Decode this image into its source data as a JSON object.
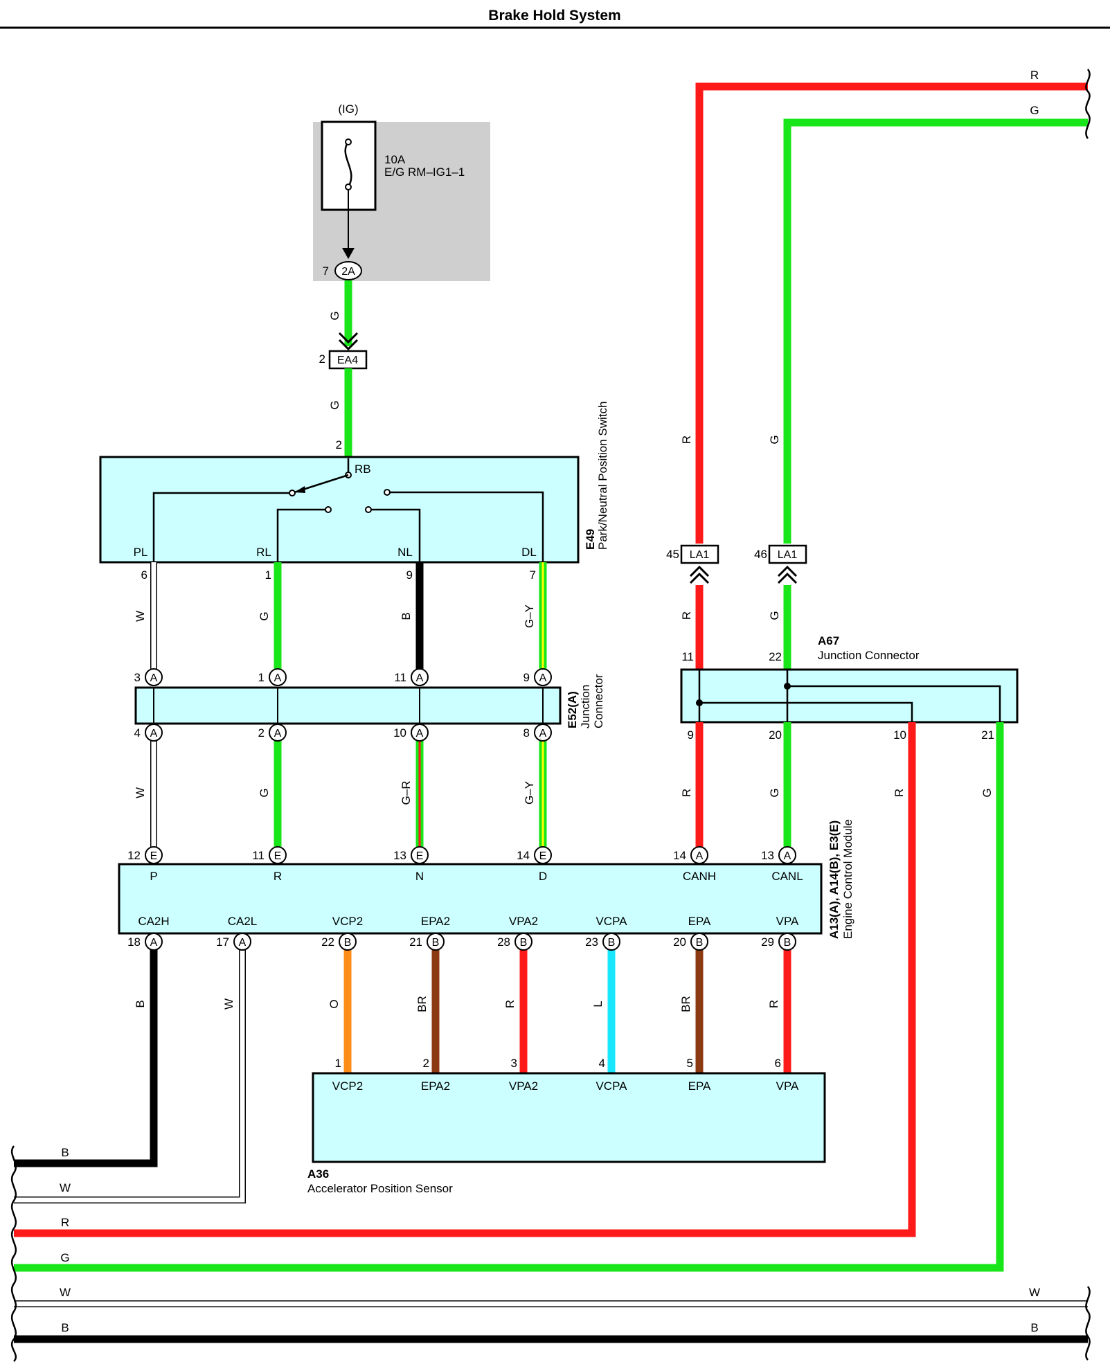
{
  "title": "Brake Hold System",
  "colors": {
    "R": "#ff1a1a",
    "G": "#19e619",
    "B": "#000000",
    "W": "#ffffff",
    "O": "#ff8c19",
    "BR": "#8b3a12",
    "L": "#19e6ff",
    "box": "#ccffff",
    "fusebox": "#cfcfcf"
  },
  "fuse": {
    "supply": "(IG)",
    "rating": "10A",
    "name": "E/G RM–IG1–1",
    "pin": "7",
    "connector": "2A"
  },
  "ea4": {
    "pin": "2",
    "connector": "EA4"
  },
  "e49": {
    "code": "E49",
    "name": "Park/Neutral Position Switch",
    "input_pin": "2",
    "input_label": "RB",
    "terminals": [
      {
        "label": "PL",
        "pin": "6",
        "wire": "W"
      },
      {
        "label": "RL",
        "pin": "1",
        "wire": "G"
      },
      {
        "label": "NL",
        "pin": "9",
        "wire": "B"
      },
      {
        "label": "DL",
        "pin": "7",
        "wire": "G–Y"
      }
    ]
  },
  "e52": {
    "code": "E52(A)",
    "name_line1": "Junction",
    "name_line2": "Connector",
    "letter": "A",
    "top_pins": [
      "3",
      "1",
      "11",
      "9"
    ],
    "bottom_pins": [
      "4",
      "2",
      "10",
      "8"
    ],
    "lower_wires": [
      "W",
      "G",
      "G–R",
      "G–Y"
    ]
  },
  "la1": [
    {
      "pin": "45",
      "connector": "LA1",
      "wire": "R"
    },
    {
      "pin": "46",
      "connector": "LA1",
      "wire": "G"
    }
  ],
  "a67": {
    "code": "A67",
    "name": "Junction Connector",
    "top_pins": [
      "11",
      "22"
    ],
    "bottom_pins": [
      "9",
      "20",
      "10",
      "21"
    ],
    "bottom_wires": [
      "R",
      "G",
      "R",
      "G"
    ]
  },
  "ecm": {
    "code": "A13(A), A14(B), E3(E)",
    "name": "Engine Control Module",
    "top_terminals": [
      {
        "pin": "12",
        "letter": "E",
        "label": "P"
      },
      {
        "pin": "11",
        "letter": "E",
        "label": "R"
      },
      {
        "pin": "13",
        "letter": "E",
        "label": "N"
      },
      {
        "pin": "14",
        "letter": "E",
        "label": "D"
      },
      {
        "pin": "14",
        "letter": "A",
        "label": "CANH"
      },
      {
        "pin": "13",
        "letter": "A",
        "label": "CANL"
      }
    ],
    "bottom_terminals": [
      {
        "pin": "18",
        "letter": "A",
        "label": "CA2H",
        "wire": "B"
      },
      {
        "pin": "17",
        "letter": "A",
        "label": "CA2L",
        "wire": "W"
      },
      {
        "pin": "22",
        "letter": "B",
        "label": "VCP2",
        "wire": "O"
      },
      {
        "pin": "21",
        "letter": "B",
        "label": "EPA2",
        "wire": "BR"
      },
      {
        "pin": "28",
        "letter": "B",
        "label": "VPA2",
        "wire": "R"
      },
      {
        "pin": "23",
        "letter": "B",
        "label": "VCPA",
        "wire": "L"
      },
      {
        "pin": "20",
        "letter": "B",
        "label": "EPA",
        "wire": "BR"
      },
      {
        "pin": "29",
        "letter": "B",
        "label": "VPA",
        "wire": "R"
      }
    ]
  },
  "a36": {
    "code": "A36",
    "name": "Accelerator Position Sensor",
    "terminals": [
      {
        "pin": "1",
        "label": "VCP2"
      },
      {
        "pin": "2",
        "label": "EPA2"
      },
      {
        "pin": "3",
        "label": "VPA2"
      },
      {
        "pin": "4",
        "label": "VCPA"
      },
      {
        "pin": "5",
        "label": "EPA"
      },
      {
        "pin": "6",
        "label": "VPA"
      }
    ]
  },
  "top_right_wires": [
    "R",
    "G"
  ],
  "bottom_bus": {
    "left": [
      "B",
      "W",
      "R",
      "G",
      "W",
      "B"
    ],
    "right": [
      "W",
      "B"
    ]
  },
  "vertical_wire_labels": {
    "fuse_to_ea4": "G",
    "ea4_to_e49": "G",
    "top_r": "R",
    "top_g": "G",
    "la1_r": "R",
    "la1_g": "G"
  }
}
